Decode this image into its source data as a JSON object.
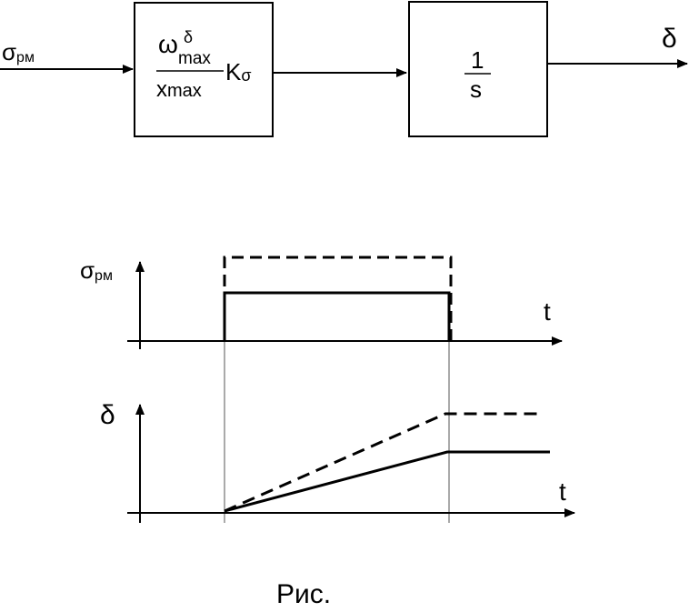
{
  "block_diagram": {
    "input_label": "σ",
    "input_sub": "рм",
    "gain_block": {
      "numerator_symbol": "ω",
      "numerator_sup": "δ",
      "numerator_sub": "max",
      "denominator": "x",
      "denominator_sub": "max",
      "gain": "K",
      "gain_sub": "σ"
    },
    "integrator_block": {
      "numerator": "1",
      "denominator": "s"
    },
    "output_label": "δ"
  },
  "timing_diagram": {
    "top_axis": {
      "y_label": "σ",
      "y_sub": "рм",
      "x_label": "t"
    },
    "bottom_axis": {
      "y_label": "δ",
      "x_label": "t"
    }
  },
  "caption": "Рис."
}
